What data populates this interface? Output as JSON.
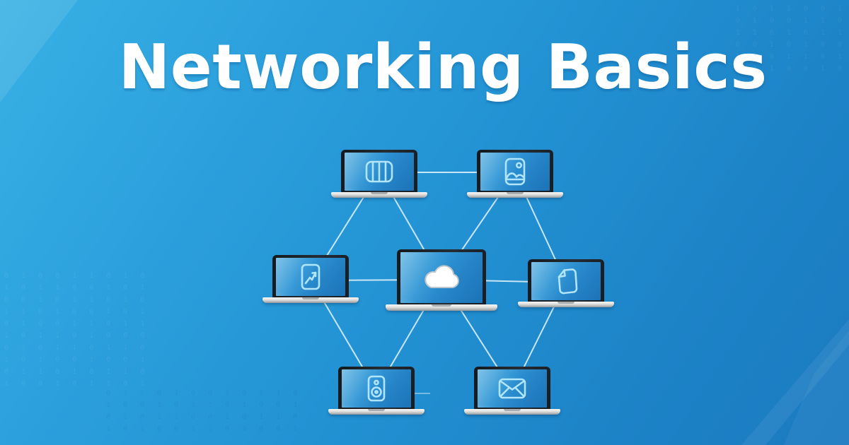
{
  "title": "Networking Basics",
  "colors": {
    "background_top_left": "#38b1e5",
    "background_bottom_right": "#1b7ac0",
    "title_text": "#ffffff",
    "connection_line": "#e3f2fb",
    "icon_stroke": "#b0e5fb",
    "laptop_frame": "#1c2227",
    "laptop_base": "#dededc",
    "cloud_fill": "#ffffff"
  },
  "background": {
    "binary_top_right": "1 0 1 1 0 0 1\n0 1 0 0 1 1 0\n1 1 0 1 0 1 1\n0 0 1 0 1 0 0\n1 0 0 1 1 0 1\n0 1 1 0 0 1 0",
    "binary_bottom_left": "0 1 0 0 1 1 0 1 0\n1 0 1 1 0 0 1 0 1\n0 0 1 0 1 1 0 1 0\n1 1 0 1 0 0 1 0 1\n0 1 0 0 1 1 0 1 1\n1 0 1 1 0 1 0 0 0\n0 1 0 1 1 0 1 1 0\n1 0 1 0 0 1 0 0 1\n0 1 1 0 1 0 1 1 0\n1 0 0 1 0 1 1 0 1",
    "binary_bottom_mid": "0 1 1 0 1 0 0 1 0 1 1 0\n1 0 0 1 0 1 1 0 1 0 0 1\n0 1 0 1 1 0 0 1 0 1 1 0\n1 0 1 0 0 1 1 0 1 0 0 1"
  },
  "diagram": {
    "description": "Seven laptops connected in a mesh network around a central cloud laptop",
    "hub": {
      "position": "center",
      "icon": "cloud-icon"
    },
    "nodes": [
      {
        "position": "top-left",
        "icon": "server-stripes-icon"
      },
      {
        "position": "top-right",
        "icon": "photo-icon"
      },
      {
        "position": "middle-left",
        "icon": "chart-document-icon"
      },
      {
        "position": "middle-right",
        "icon": "file-icon"
      },
      {
        "position": "bottom-left",
        "icon": "speaker-icon"
      },
      {
        "position": "bottom-right",
        "icon": "mail-icon"
      }
    ],
    "connections": [
      "top-left ↔ top-right",
      "top-left ↔ middle-left",
      "top-right ↔ middle-right",
      "top-left ↔ center",
      "top-right ↔ center",
      "middle-left ↔ center",
      "middle-right ↔ center",
      "middle-left ↔ bottom-left",
      "middle-right ↔ bottom-right",
      "center ↔ bottom-left",
      "center ↔ bottom-right"
    ]
  }
}
